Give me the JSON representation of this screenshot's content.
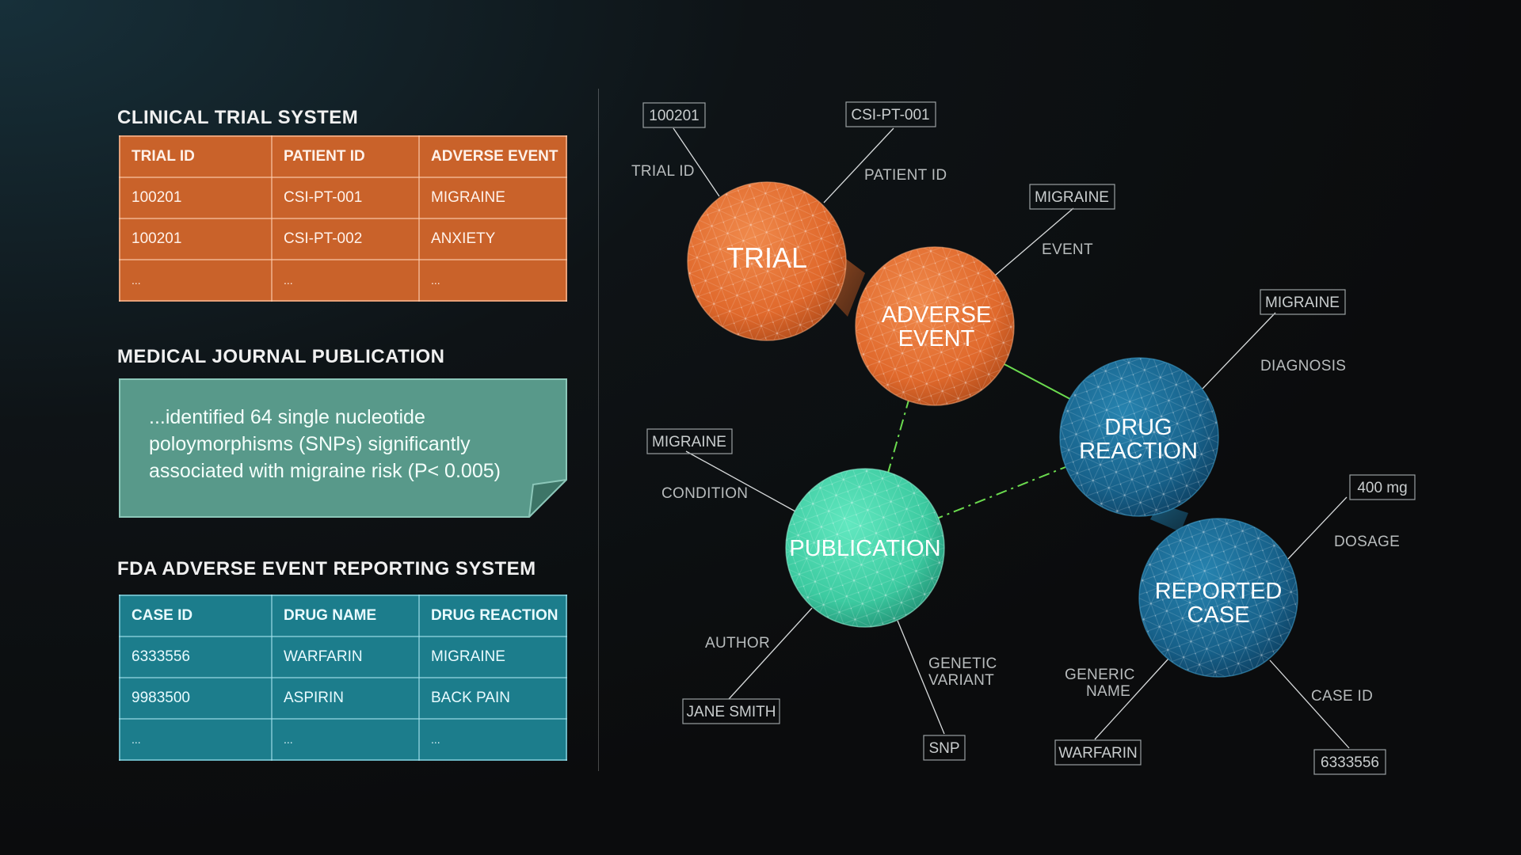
{
  "left_panel": {
    "clinical_trial": {
      "title": "CLINICAL TRIAL SYSTEM",
      "headers": [
        "TRIAL ID",
        "PATIENT ID",
        "ADVERSE EVENT"
      ],
      "rows": [
        [
          "100201",
          "CSI-PT-001",
          "MIGRAINE"
        ],
        [
          "100201",
          "CSI-PT-002",
          "ANXIETY"
        ],
        [
          "...",
          "...",
          "..."
        ]
      ],
      "color": "#c9622a"
    },
    "publication": {
      "title": "MEDICAL JOURNAL PUBLICATION",
      "text": "...identified 64 single nucleotide poloymorphisms (SNPs) significantly associated with migraine risk (P< 0.005)",
      "color": "#58998a"
    },
    "faers": {
      "title": "FDA ADVERSE EVENT REPORTING SYSTEM",
      "headers": [
        "CASE ID",
        "DRUG NAME",
        "DRUG REACTION"
      ],
      "rows": [
        [
          "6333556",
          "WARFARIN",
          "MIGRAINE"
        ],
        [
          "9983500",
          "ASPIRIN",
          "BACK PAIN"
        ],
        [
          "...",
          "...",
          "..."
        ]
      ],
      "color": "#1c7d8c"
    }
  },
  "graph": {
    "nodes": [
      {
        "id": "trial",
        "lines": [
          "TRIAL"
        ],
        "color": "orange"
      },
      {
        "id": "adverse-event",
        "lines": [
          "ADVERSE",
          "EVENT"
        ],
        "color": "orange"
      },
      {
        "id": "drug-reaction",
        "lines": [
          "DRUG",
          "REACTION"
        ],
        "color": "blue"
      },
      {
        "id": "publication",
        "lines": [
          "PUBLICATION"
        ],
        "color": "green"
      },
      {
        "id": "reported-case",
        "lines": [
          "REPORTED",
          "CASE"
        ],
        "color": "blue"
      }
    ],
    "properties": [
      {
        "id": "trial-id",
        "node": "trial",
        "label": [
          "TRIAL ID"
        ],
        "value": "100201"
      },
      {
        "id": "patient-id",
        "node": "trial",
        "label": [
          "PATIENT ID"
        ],
        "value": "CSI-PT-001"
      },
      {
        "id": "event",
        "node": "adverse-event",
        "label": [
          "EVENT"
        ],
        "value": "MIGRAINE"
      },
      {
        "id": "diagnosis",
        "node": "drug-reaction",
        "label": [
          "DIAGNOSIS"
        ],
        "value": "MIGRAINE"
      },
      {
        "id": "condition",
        "node": "publication",
        "label": [
          "CONDITION"
        ],
        "value": "MIGRAINE"
      },
      {
        "id": "author",
        "node": "publication",
        "label": [
          "AUTHOR"
        ],
        "value": "JANE SMITH"
      },
      {
        "id": "genetic-variant",
        "node": "publication",
        "label": [
          "GENETIC",
          "VARIANT"
        ],
        "value": "SNP"
      },
      {
        "id": "dosage",
        "node": "reported-case",
        "label": [
          "DOSAGE"
        ],
        "value": "400 mg"
      },
      {
        "id": "generic-name",
        "node": "reported-case",
        "label": [
          "GENERIC",
          "NAME"
        ],
        "value": "WARFARIN"
      },
      {
        "id": "case-id",
        "node": "reported-case",
        "label": [
          "CASE ID"
        ],
        "value": "6333556"
      }
    ],
    "links": [
      {
        "from": "trial",
        "to": "adverse-event",
        "style": "orange-bridge"
      },
      {
        "from": "adverse-event",
        "to": "drug-reaction",
        "style": "green-line"
      },
      {
        "from": "adverse-event",
        "to": "publication",
        "style": "green-dashed"
      },
      {
        "from": "publication",
        "to": "drug-reaction",
        "style": "green-dashed"
      },
      {
        "from": "drug-reaction",
        "to": "reported-case",
        "style": "blue-bridge"
      }
    ],
    "colors": {
      "orange": "#e8763a",
      "green": "#45d6ad",
      "blue": "#1a6e96",
      "link_green": "#7cff5a"
    }
  }
}
